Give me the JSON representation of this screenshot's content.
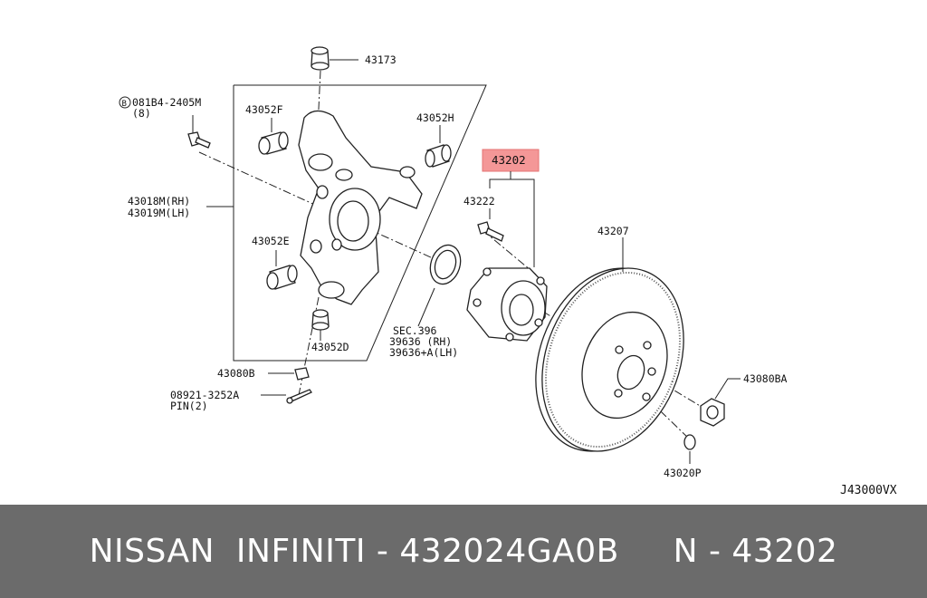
{
  "labels": {
    "p43173": "43173",
    "p08184": "081B4-2405M",
    "p08184_qty": "(8)",
    "p43052F": "43052F",
    "p43052H": "43052H",
    "p43018M": "43018M(RH)",
    "p43019M": "43019M(LH)",
    "p43052E": "43052E",
    "p43052D": "43052D",
    "p43080B": "43080B",
    "p08921": "08921-3252A",
    "pin": "PIN(2)",
    "p43202": "43202",
    "p43222": "43222",
    "sec396": "SEC.396",
    "p39636": "39636  (RH)",
    "p39636A": "39636+A(LH)",
    "p43207": "43207",
    "p43080BA": "43080BA",
    "p43020P": "43020P",
    "drawing_code": "J43000VX"
  },
  "colors": {
    "highlight_fill": "#f49797",
    "highlight_border": "#e57373",
    "footer_bg": "#6b6b6b"
  },
  "footer": {
    "text": "NISSAN  INFINITI - 432024GA0B     N - 43202"
  }
}
